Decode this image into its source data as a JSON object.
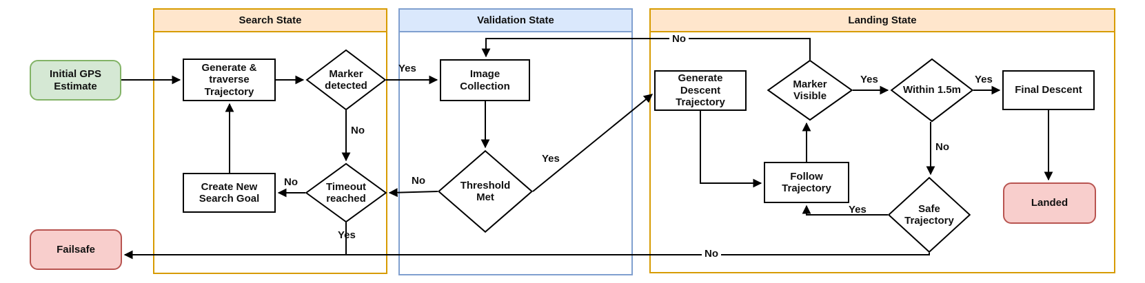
{
  "containers": [
    {
      "title": "Search State",
      "color": "#d79b00",
      "fill": "#ffe6cc"
    },
    {
      "title": "Validation State",
      "color": "#7f9fcf",
      "fill": "#dae8fc"
    },
    {
      "title": "Landing State",
      "color": "#d79b00",
      "fill": "#ffe6cc"
    }
  ],
  "nodes": {
    "initial_gps": {
      "label": "Initial GPS Estimate",
      "type": "start-terminal"
    },
    "generate_traverse": {
      "label": "Generate & traverse Trajectory",
      "type": "process"
    },
    "marker_detected": {
      "label": "Marker detected",
      "type": "decision"
    },
    "create_new_search_goal": {
      "label": "Create New Search Goal",
      "type": "process"
    },
    "timeout_reached": {
      "label": "Timeout reached",
      "type": "decision"
    },
    "image_collection": {
      "label": "Image Collection",
      "type": "process"
    },
    "threshold_met": {
      "label": "Threshold Met",
      "type": "decision"
    },
    "generate_descent": {
      "label": "Generate Descent Trajectory",
      "type": "process"
    },
    "follow_trajectory": {
      "label": "Follow Trajectory",
      "type": "process"
    },
    "marker_visible": {
      "label": "Marker Visible",
      "type": "decision"
    },
    "within_1_5m": {
      "label": "Within 1.5m",
      "type": "decision"
    },
    "safe_trajectory": {
      "label": "Safe Trajectory",
      "type": "decision"
    },
    "final_descent": {
      "label": "Final Descent",
      "type": "process"
    },
    "landed": {
      "label": "Landed",
      "type": "end-terminal"
    },
    "failsafe": {
      "label": "Failsafe",
      "type": "end-terminal"
    }
  },
  "edge_labels": [
    {
      "text": "Yes",
      "from": "Marker detected",
      "to": "Image Collection"
    },
    {
      "text": "No",
      "from": "Marker detected",
      "to": "Timeout reached"
    },
    {
      "text": "No",
      "from": "Timeout reached",
      "to": "Create New Search Goal"
    },
    {
      "text": "Yes",
      "from": "Timeout reached",
      "to": "Failsafe"
    },
    {
      "text": "No",
      "from": "Threshold Met",
      "to": "Timeout reached"
    },
    {
      "text": "Yes",
      "from": "Threshold Met",
      "to": "Generate Descent Trajectory"
    },
    {
      "text": "No",
      "from": "Marker Visible",
      "to": "Image Collection"
    },
    {
      "text": "Yes",
      "from": "Marker Visible",
      "to": "Within 1.5m"
    },
    {
      "text": "Yes",
      "from": "Within 1.5m",
      "to": "Final Descent"
    },
    {
      "text": "No",
      "from": "Within 1.5m",
      "to": "Safe Trajectory"
    },
    {
      "text": "Yes",
      "from": "Safe Trajectory",
      "to": "Follow Trajectory"
    },
    {
      "text": "No",
      "from": "Safe Trajectory",
      "to": "Failsafe"
    }
  ],
  "colors": {
    "start_fill": "#d5e8d4",
    "start_border": "#82b366",
    "terminal_fill": "#f8cecc",
    "terminal_border": "#b85450",
    "orange_header_fill": "#ffe6cc",
    "orange_border": "#d79b00",
    "blue_header_fill": "#dae8fc",
    "blue_border": "#7f9fcf",
    "line": "#000000",
    "node_fill": "#ffffff"
  }
}
